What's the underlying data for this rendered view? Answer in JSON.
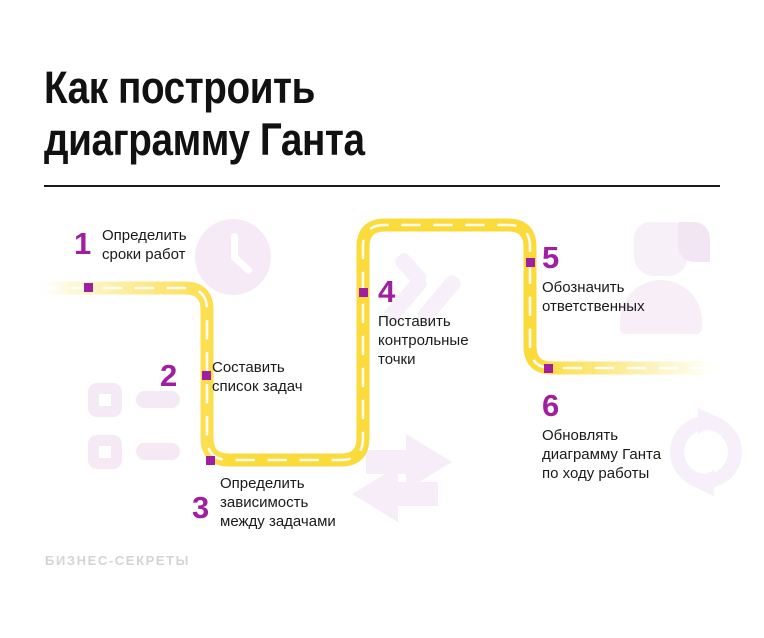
{
  "header": {
    "title": "Как построить\nдиаграмму Ганта"
  },
  "colors": {
    "accent_purple": "#A01FA0",
    "road_yellow": "#FBDB3C",
    "deco_pink": "#F4E9F5",
    "text_dark": "#1a1a1a",
    "footer_gray": "#d4d4d4",
    "background": "#ffffff"
  },
  "steps": [
    {
      "number": "1",
      "text": "Определить\nсроки работ"
    },
    {
      "number": "2",
      "text": "Составить\nсписок задач"
    },
    {
      "number": "3",
      "text": "Определить\nзависимость\nмежду задачами"
    },
    {
      "number": "4",
      "text": "Поставить\nконтрольные\nточки"
    },
    {
      "number": "5",
      "text": "Обозначить\nответственных"
    },
    {
      "number": "6",
      "text": "Обновлять\nдиаграмму Ганта\nпо ходу работы"
    }
  ],
  "decorations": [
    {
      "icon": "clock-icon"
    },
    {
      "icon": "checklist-icon"
    },
    {
      "icon": "double-check-icon"
    },
    {
      "icon": "exchange-arrows-icon"
    },
    {
      "icon": "person-icon"
    },
    {
      "icon": "refresh-icon"
    }
  ],
  "footer": {
    "brand": "БИЗНЕС-СЕКРЕТЫ"
  }
}
